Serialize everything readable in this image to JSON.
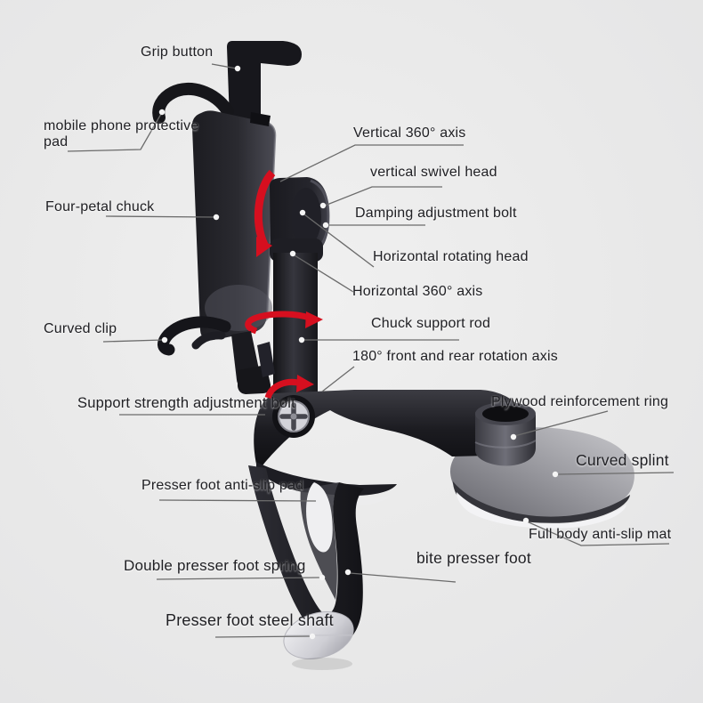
{
  "figure": {
    "title": "Car dashboard mobile phone holder — annotated parts diagram",
    "type": "annotated product diagram"
  },
  "colors": {
    "background": "#e9e9e9",
    "arrow_red": "#d60f1f",
    "label_text": "#202024",
    "leader_line": "#6b6b6b",
    "callout_dot": "#f5f5f5"
  },
  "callouts": [
    {
      "id": "grip-button",
      "text": "Grip button"
    },
    {
      "id": "mobile-phone-protective-pad",
      "text": "mobile phone protective pad"
    },
    {
      "id": "four-petal-chuck",
      "text": "Four-petal chuck"
    },
    {
      "id": "curved-clip",
      "text": "Curved clip"
    },
    {
      "id": "vertical-360-axis",
      "text": "Vertical 360° axis"
    },
    {
      "id": "vertical-swivel-head",
      "text": "vertical swivel head"
    },
    {
      "id": "damping-adjustment-bolt",
      "text": "Damping adjustment bolt"
    },
    {
      "id": "horizontal-rotating-head",
      "text": "Horizontal rotating head"
    },
    {
      "id": "horizontal-360-axis",
      "text": "Horizontal 360° axis"
    },
    {
      "id": "chuck-support-rod",
      "text": "Chuck support rod"
    },
    {
      "id": "front-and-rear-rotation-axis",
      "text": "180° front and rear rotation axis"
    },
    {
      "id": "support-strength-adjustment-bolt",
      "text": "Support strength adjustment bolt"
    },
    {
      "id": "plywood-reinforcement-ring",
      "text": "Plywood reinforcement ring"
    },
    {
      "id": "curved-splint",
      "text": "Curved splint"
    },
    {
      "id": "presser-foot-anti-slip-pad",
      "text": "Presser foot anti-slip pad"
    },
    {
      "id": "full-body-anti-slip-mat",
      "text": "Full body anti-slip mat"
    },
    {
      "id": "double-presser-foot-spring",
      "text": "Double presser foot spring"
    },
    {
      "id": "bite-presser-foot",
      "text": "bite presser foot"
    },
    {
      "id": "presser-foot-steel-shaft",
      "text": "Presser foot steel shaft"
    }
  ]
}
